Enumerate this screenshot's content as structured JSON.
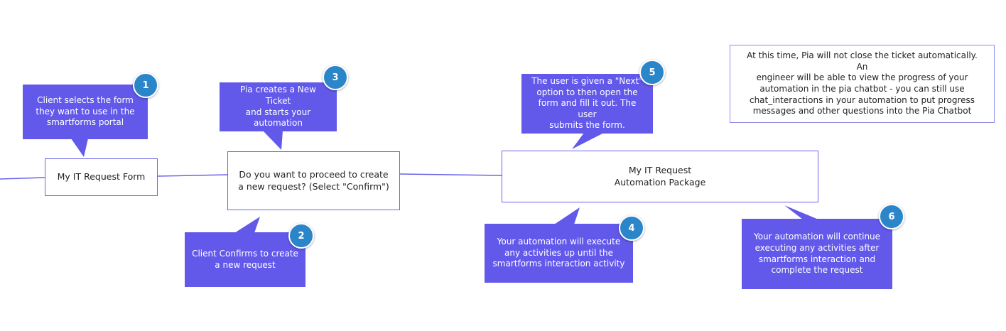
{
  "colors": {
    "callout_fill": "#6259ea",
    "box_border": "#6c63e8",
    "badge_fill": "#2a86c8",
    "connector": "#6c63e8"
  },
  "nodes": {
    "form": "My IT Request Form",
    "confirm_prompt": "Do you want to proceed to create\na new request? (Select \"Confirm\")",
    "automation_package": "My IT Request\nAutomation Package"
  },
  "callouts": [
    {
      "number": "1",
      "text": "Client selects the form\nthey want to use in the\nsmartforms portal"
    },
    {
      "number": "2",
      "text": "Client Confirms to create\na new request"
    },
    {
      "number": "3",
      "text": "Pia creates a New Ticket\nand starts your\nautomation"
    },
    {
      "number": "4",
      "text": "Your automation will execute\nany activities up until the\nsmartforms interaction activity"
    },
    {
      "number": "5",
      "text": "The user is given a \"Next\"\noption to then open the\nform and fill it out. The user\nsubmits the form."
    },
    {
      "number": "6",
      "text": "Your automation will continue\nexecuting any activities after\nsmartforms interaction and\ncomplete the request"
    }
  ],
  "note": "At this time, Pia will not close the ticket automatically.  An\nengineer will be able to view the progress of your\nautomation in the pia chatbot - you can still use\nchat_interactions in your automation to put progress\nmessages and other questions into the Pia Chatbot"
}
